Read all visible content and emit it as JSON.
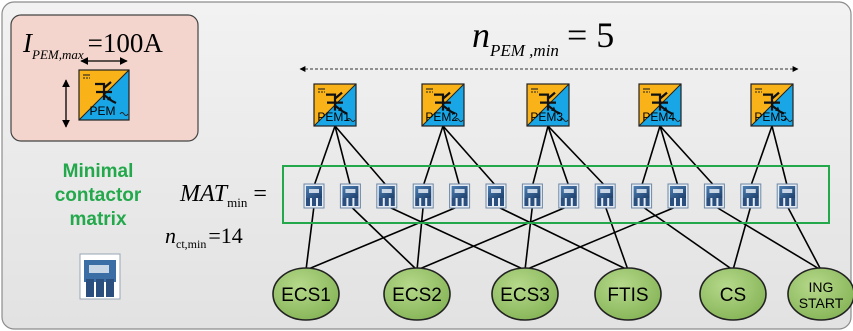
{
  "current_rating": {
    "symbol": "I",
    "subscript": "PEM,max",
    "value": "=100A",
    "module_label": "PEM"
  },
  "pem_count": {
    "symbol": "n",
    "subscript": "PEM ,min",
    "value": "= 5"
  },
  "pem_modules": [
    {
      "label": "PEM1"
    },
    {
      "label": "PEM2"
    },
    {
      "label": "PEM3"
    },
    {
      "label": "PEM4"
    },
    {
      "label": "PEM5"
    }
  ],
  "matrix_caption": {
    "line1": "Minimal",
    "line2": "contactor",
    "line3": "matrix"
  },
  "matrix_symbol": {
    "symbol": "MAT",
    "subscript": "min",
    "value": "="
  },
  "contactor_count": {
    "symbol": "n",
    "subscript": "ct,min",
    "value": "=14"
  },
  "contactor_total": 14,
  "loads": [
    {
      "line1": "ECS1",
      "line2": ""
    },
    {
      "line1": "ECS2",
      "line2": ""
    },
    {
      "line1": "ECS3",
      "line2": ""
    },
    {
      "line1": "FTIS",
      "line2": ""
    },
    {
      "line1": "CS",
      "line2": ""
    },
    {
      "line1": "ING",
      "line2": "START"
    }
  ],
  "colors": {
    "module_orange": "#f9b218",
    "module_blue": "#18a6e6",
    "matrix_frame": "#23a84b",
    "load_fill": "#9ac468",
    "rating_box": "#f3d5cd"
  }
}
